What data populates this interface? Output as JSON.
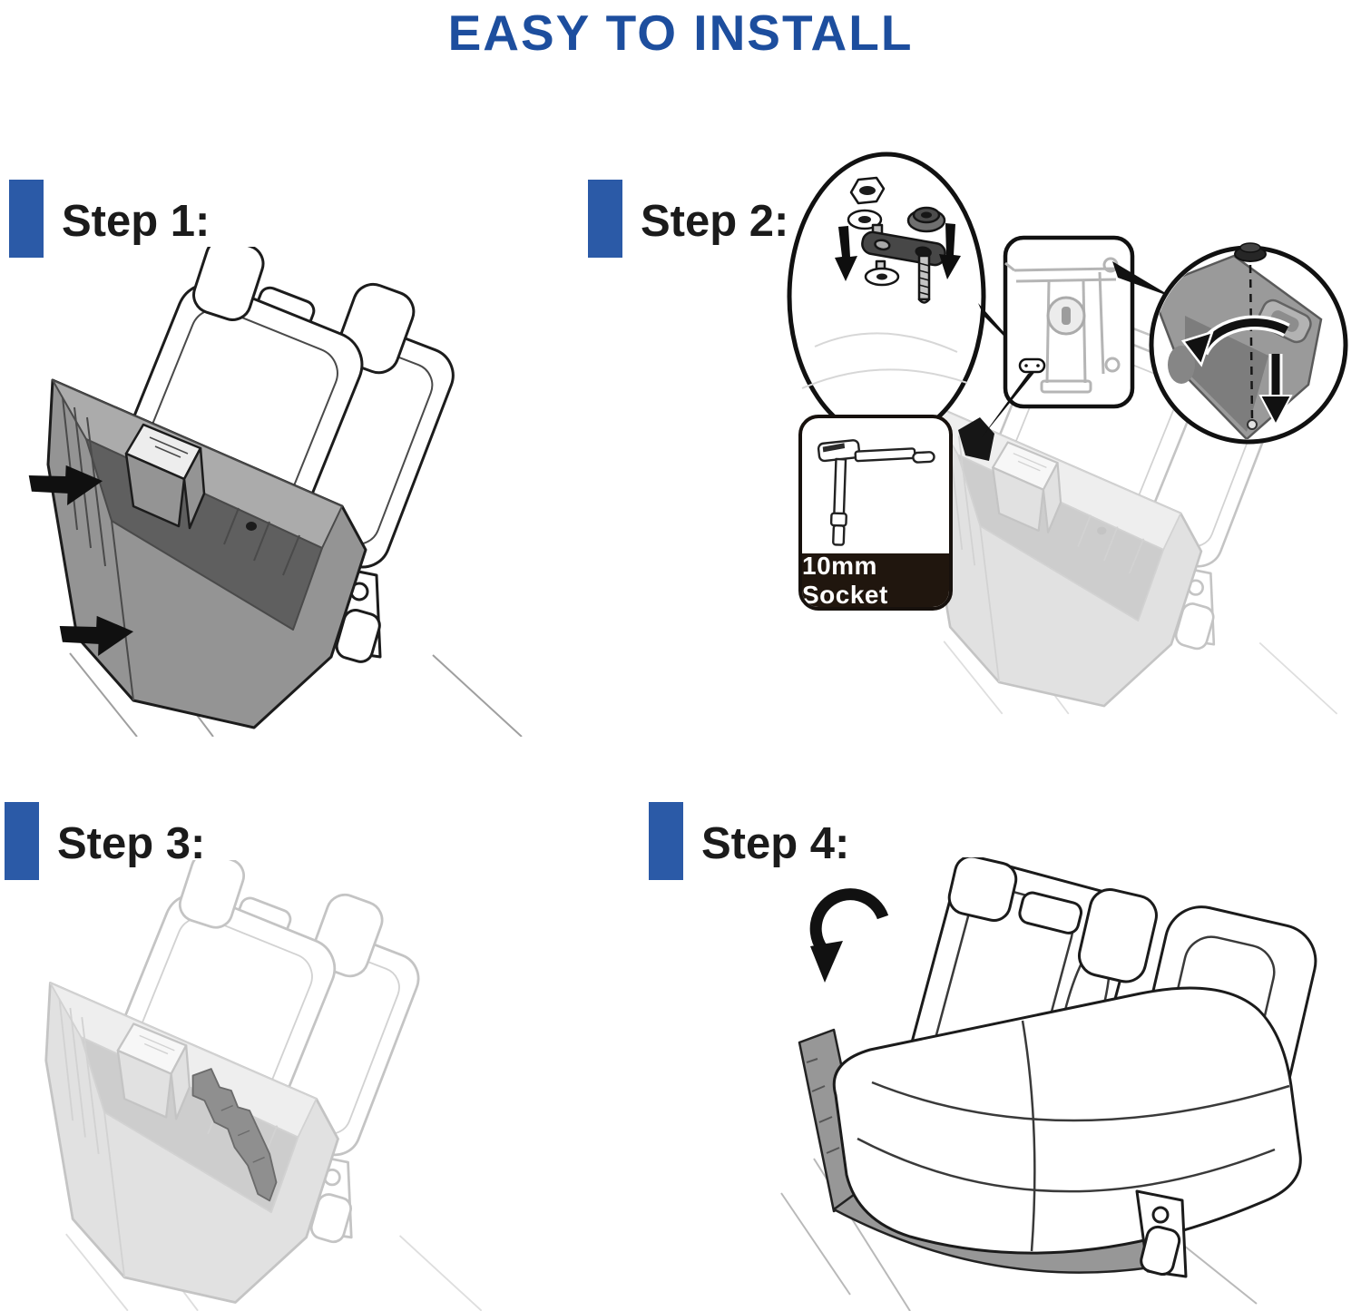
{
  "title": {
    "text": "EASY TO INSTALL"
  },
  "steps": [
    {
      "label": "Step 1:"
    },
    {
      "label": "Step 2:"
    },
    {
      "label": "Step 3:"
    },
    {
      "label": "Step 4:"
    }
  ],
  "step2": {
    "tool_badge": {
      "label": "10mm Socket",
      "icon": "socket-wrench-icon"
    }
  },
  "colors": {
    "page_bg": "#ffffff",
    "title_blue": "#1d4e9e",
    "accent_blue": "#2b5aa7",
    "label_black": "#1b1b1b",
    "badge_dark": "#20160e",
    "badge_text": "#ffffff",
    "box_gray": "#949494",
    "box_floor_gray": "#5f5f5f",
    "faded_gray": "#c4c4c4",
    "arrow_black": "#101010"
  },
  "icons": {
    "step1_arrows": "insert-direction-arrows-icon",
    "step2_hardware": "bolt-nut-washer-stack-icon",
    "step2_rotate": "rotate-arrow-icon",
    "step2_down": "down-arrow-icon",
    "step4_fold": "fold-down-arrow-icon",
    "tool": "socket-wrench-icon"
  }
}
